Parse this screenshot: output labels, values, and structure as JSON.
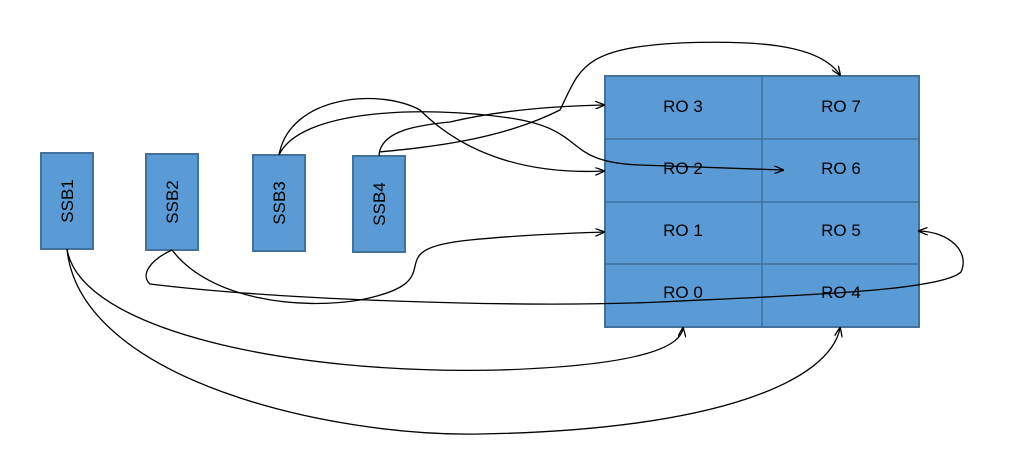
{
  "ssb_blocks": [
    {
      "id": "ssb1",
      "label": "SSB1"
    },
    {
      "id": "ssb2",
      "label": "SSB2"
    },
    {
      "id": "ssb3",
      "label": "SSB3"
    },
    {
      "id": "ssb4",
      "label": "SSB4"
    }
  ],
  "ro_grid": {
    "left_column": [
      "RO 3",
      "RO 2",
      "RO 1",
      "RO 0"
    ],
    "right_column": [
      "RO 7",
      "RO 6",
      "RO 5",
      "RO 4"
    ]
  },
  "colors": {
    "block_fill": "#5b9bd5",
    "block_border": "#41719c",
    "connector": "#000000"
  },
  "connections": [
    {
      "from": "SSB1",
      "to": "RO 0"
    },
    {
      "from": "SSB1",
      "to": "RO 4"
    },
    {
      "from": "SSB2",
      "to": "RO 1"
    },
    {
      "from": "SSB2",
      "to": "RO 5"
    },
    {
      "from": "SSB3",
      "to": "RO 2"
    },
    {
      "from": "SSB3",
      "to": "RO 6"
    },
    {
      "from": "SSB4",
      "to": "RO 3"
    },
    {
      "from": "SSB4",
      "to": "RO 7"
    }
  ]
}
